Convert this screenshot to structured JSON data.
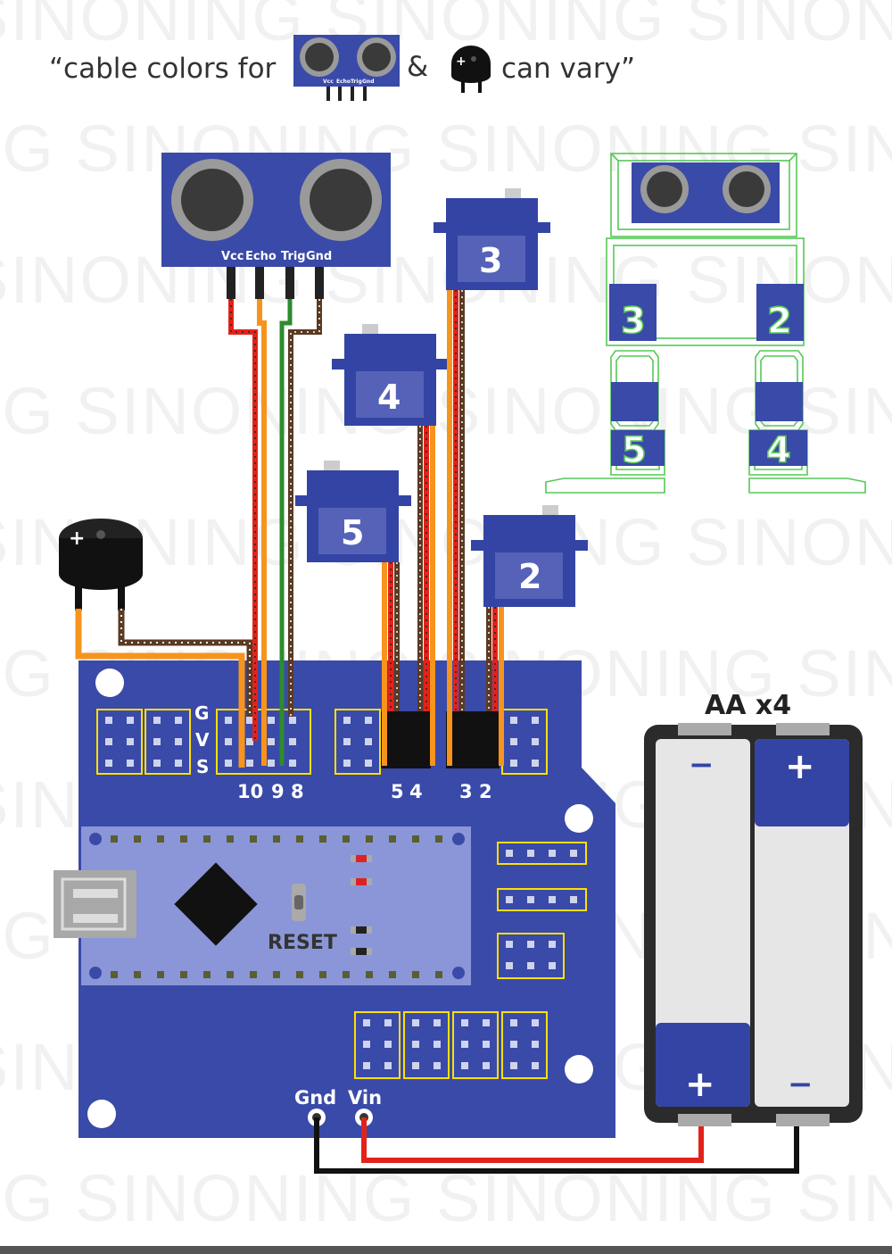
{
  "header": {
    "text_before": "“cable colors for",
    "ampersand": "&",
    "text_after": "can vary”"
  },
  "watermark": "SINONING",
  "sensor": {
    "pins": [
      "Vcc",
      "Echo",
      "Trig",
      "Gnd"
    ],
    "small_pins": [
      "Vcc",
      "Echo",
      "Trig",
      "Gnd"
    ]
  },
  "servos": [
    {
      "id": "3",
      "label": "3"
    },
    {
      "id": "4",
      "label": "4"
    },
    {
      "id": "5",
      "label": "5"
    },
    {
      "id": "2",
      "label": "2"
    }
  ],
  "robot_outline": {
    "labels": [
      "3",
      "2",
      "5",
      "4"
    ]
  },
  "board": {
    "header_rows": [
      "G",
      "V",
      "S"
    ],
    "pin_numbers": [
      "10",
      "9",
      "8",
      "5",
      "4",
      "3",
      "2"
    ],
    "reset_label": "RESET",
    "power_labels": {
      "gnd": "Gnd",
      "vin": "Vin"
    }
  },
  "battery": {
    "label": "AA x4",
    "cell1_top": "−",
    "cell1_bottom": "+",
    "cell2_top": "+",
    "cell2_bottom": "−"
  },
  "buzzer": {
    "plus": "+"
  },
  "colors": {
    "board": "#3a4aa8",
    "board_dark": "#2c3a92",
    "servo": "#3444a4",
    "servo_face": "#5562b8",
    "robot_outline": "#56c856",
    "wire_orange": "#f7941d",
    "wire_red": "#e2231a",
    "wire_brown": "#5a3a23",
    "wire_green": "#2e8b2e",
    "wire_black": "#111111",
    "pin_yellow": "#ffe000"
  }
}
